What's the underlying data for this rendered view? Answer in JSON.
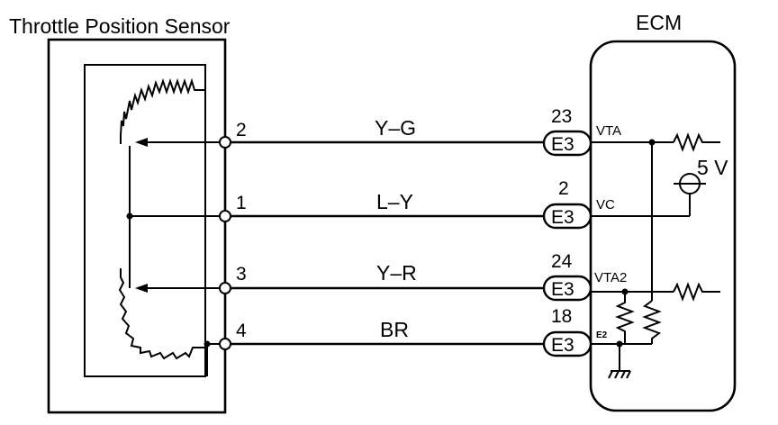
{
  "sensor": {
    "title": "Throttle Position Sensor"
  },
  "ecm": {
    "title": "ECM",
    "supply_voltage": "5 V"
  },
  "wires": [
    {
      "sensor_pin": "2",
      "color": "Y–G",
      "connector": "E3",
      "ecm_pin": "23",
      "signal": "VTA"
    },
    {
      "sensor_pin": "1",
      "color": "L–Y",
      "connector": "E3",
      "ecm_pin": "2",
      "signal": "VC"
    },
    {
      "sensor_pin": "3",
      "color": "Y–R",
      "connector": "E3",
      "ecm_pin": "24",
      "signal": "VTA2"
    },
    {
      "sensor_pin": "4",
      "color": "BR",
      "connector": "E3",
      "ecm_pin": "18",
      "signal": "E2"
    }
  ]
}
